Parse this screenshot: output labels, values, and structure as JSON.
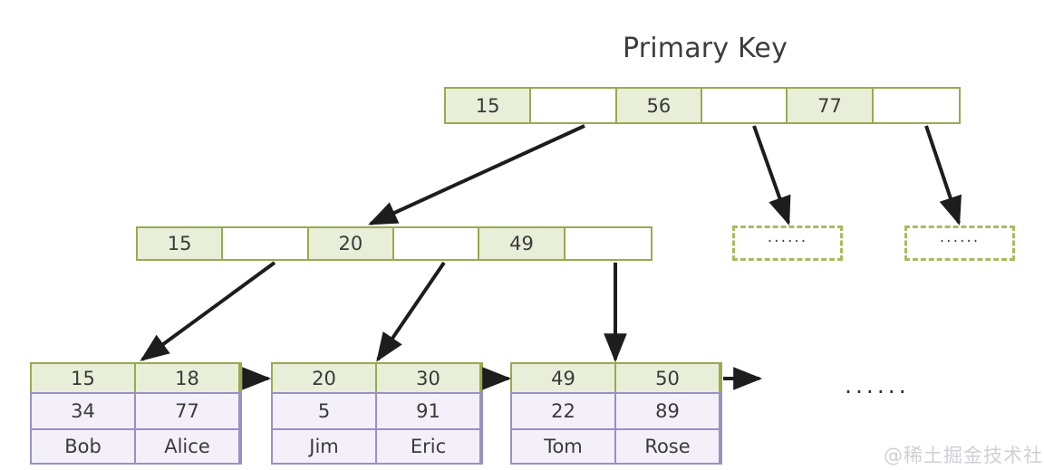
{
  "title": "Primary Key",
  "colors": {
    "key_fill": "#e9eed9",
    "key_border": "#97ab4e",
    "pointer_fill": "#ffffff",
    "data_fill": "#f3f0fa",
    "data_border": "#9b8fc4",
    "arrow": "#1d1d1d",
    "text": "#3a3a3a",
    "watermark": "#cfcfd6",
    "background": "#ffffff"
  },
  "root_node": {
    "name": "root-index-node",
    "cells": [
      {
        "type": "key",
        "label": "15"
      },
      {
        "type": "pointer",
        "label": ""
      },
      {
        "type": "key",
        "label": "56"
      },
      {
        "type": "pointer",
        "label": ""
      },
      {
        "type": "key",
        "label": "77"
      },
      {
        "type": "pointer",
        "label": ""
      }
    ]
  },
  "internal_node": {
    "name": "internal-index-node",
    "cells": [
      {
        "type": "key",
        "label": "15"
      },
      {
        "type": "pointer",
        "label": ""
      },
      {
        "type": "key",
        "label": "20"
      },
      {
        "type": "pointer",
        "label": ""
      },
      {
        "type": "key",
        "label": "49"
      },
      {
        "type": "pointer",
        "label": ""
      }
    ]
  },
  "placeholder_nodes": [
    {
      "name": "placeholder-node-1",
      "label": "······"
    },
    {
      "name": "placeholder-node-2",
      "label": "······"
    }
  ],
  "leaf_nodes": [
    {
      "name": "leaf-node-1",
      "keys": [
        "15",
        "18"
      ],
      "rows": [
        [
          "34",
          "77"
        ],
        [
          "Bob",
          "Alice"
        ]
      ]
    },
    {
      "name": "leaf-node-2",
      "keys": [
        "20",
        "30"
      ],
      "rows": [
        [
          "5",
          "91"
        ],
        [
          "Jim",
          "Eric"
        ]
      ]
    },
    {
      "name": "leaf-node-3",
      "keys": [
        "49",
        "50"
      ],
      "rows": [
        [
          "22",
          "89"
        ],
        [
          "Tom",
          "Rose"
        ]
      ]
    }
  ],
  "leaf_chain_ellipsis": "······",
  "watermark": "@稀土掘金技术社区"
}
